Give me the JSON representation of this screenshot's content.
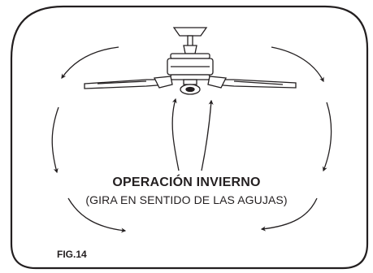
{
  "figure": {
    "title": "OPERACIÓN INVIERNO",
    "subtitle": "(GIRA EN SENTIDO DE LAS AGUJAS)",
    "fig_label": "FIG.14"
  },
  "colors": {
    "stroke": "#231f20",
    "fill_light": "#ffffff"
  },
  "icons": [
    "ceiling-fan-icon",
    "curved-arrow-icon"
  ]
}
